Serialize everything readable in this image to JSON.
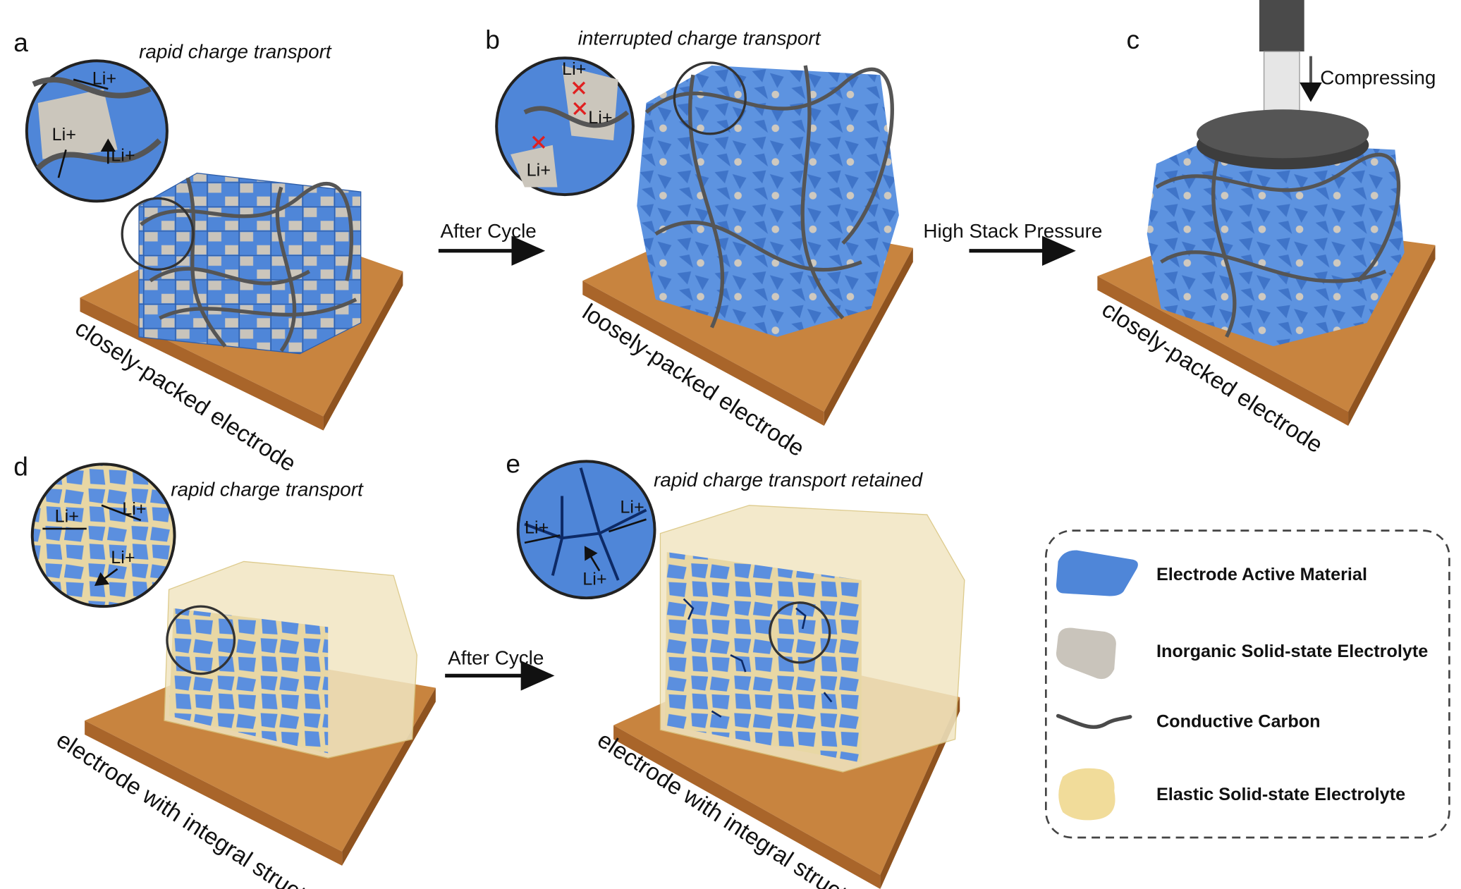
{
  "panels": {
    "a": {
      "letter": "a",
      "caption": "rapid charge transport",
      "electrode_label": "closely-packed electrode",
      "ions": [
        "Li+",
        "Li+",
        "Li+"
      ]
    },
    "b": {
      "letter": "b",
      "caption": "interrupted charge transport",
      "electrode_label": "loosely-packed electrode",
      "ions": [
        "Li+",
        "Li+",
        "Li+"
      ]
    },
    "c": {
      "letter": "c",
      "press_label": "Compressing",
      "electrode_label": "closely-packed electrode"
    },
    "d": {
      "letter": "d",
      "caption": "rapid charge transport",
      "electrode_label": "electrode with integral structure",
      "ions": [
        "Li+",
        "Li+",
        "Li+"
      ]
    },
    "e": {
      "letter": "e",
      "caption": "rapid charge transport retained",
      "electrode_label": "electrode with integral structure",
      "ions": [
        "Li+",
        "Li+",
        "Li+"
      ]
    }
  },
  "arrows": {
    "ab": "After Cycle",
    "bc": "High Stack Pressure",
    "de": "After Cycle"
  },
  "legend": {
    "items": [
      {
        "label": "Electrode Active Material",
        "color": "#4f86d8"
      },
      {
        "label": "Inorganic Solid-state Electrolyte",
        "color": "#c9c4bb"
      },
      {
        "label": "Conductive Carbon",
        "color": "#4a4a4a"
      },
      {
        "label": "Elastic Solid-state Electrolyte",
        "color": "#f1dc9a"
      }
    ]
  },
  "colors": {
    "platform": "#c8843f",
    "platform_side": "#a9652a",
    "active": "#4f86d8",
    "inorganic": "#c9c4bb",
    "carbon": "#4a4a4a",
    "elastic": "#f1dc9a"
  }
}
